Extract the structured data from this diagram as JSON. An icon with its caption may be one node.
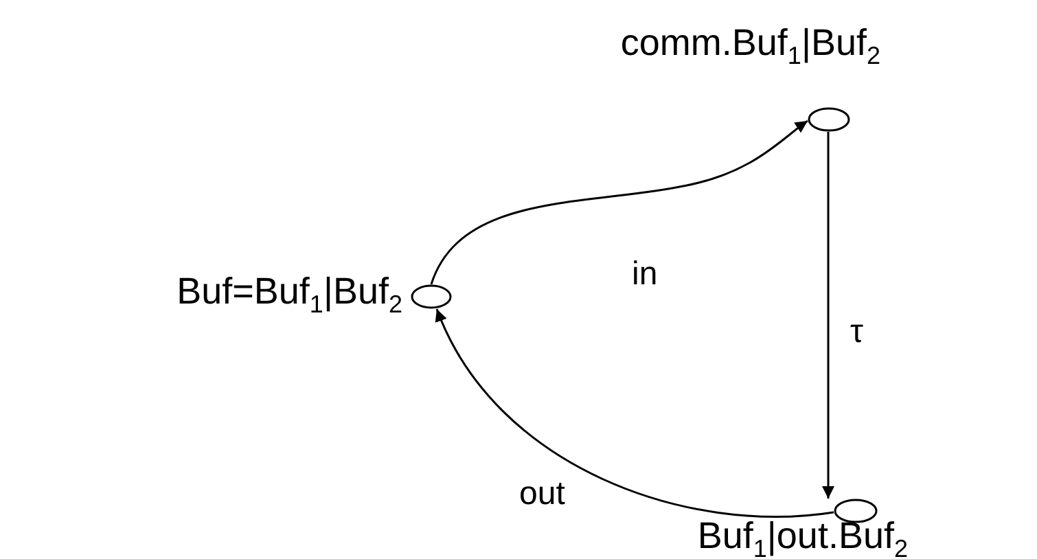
{
  "diagram": {
    "nodes": [
      {
        "text": [
          "Buf=Buf$_{1}$|Buf$_{2}$"
        ]
      },
      {
        "text": [
          "comm.Buf$_{1}$|Buf$_{2}$"
        ]
      },
      {
        "text": [
          "Buf$_{1}$|out.Buf$_{2}$"
        ]
      }
    ],
    "edges": [
      {
        "from": 0,
        "to": 1,
        "arrow": "to",
        "label": "in"
      },
      {
        "from": 1,
        "to": 2,
        "arrow": "to",
        "label": "τ"
      },
      {
        "from": 2,
        "to": 0,
        "arrow": "to",
        "label": "out"
      }
    ]
  }
}
